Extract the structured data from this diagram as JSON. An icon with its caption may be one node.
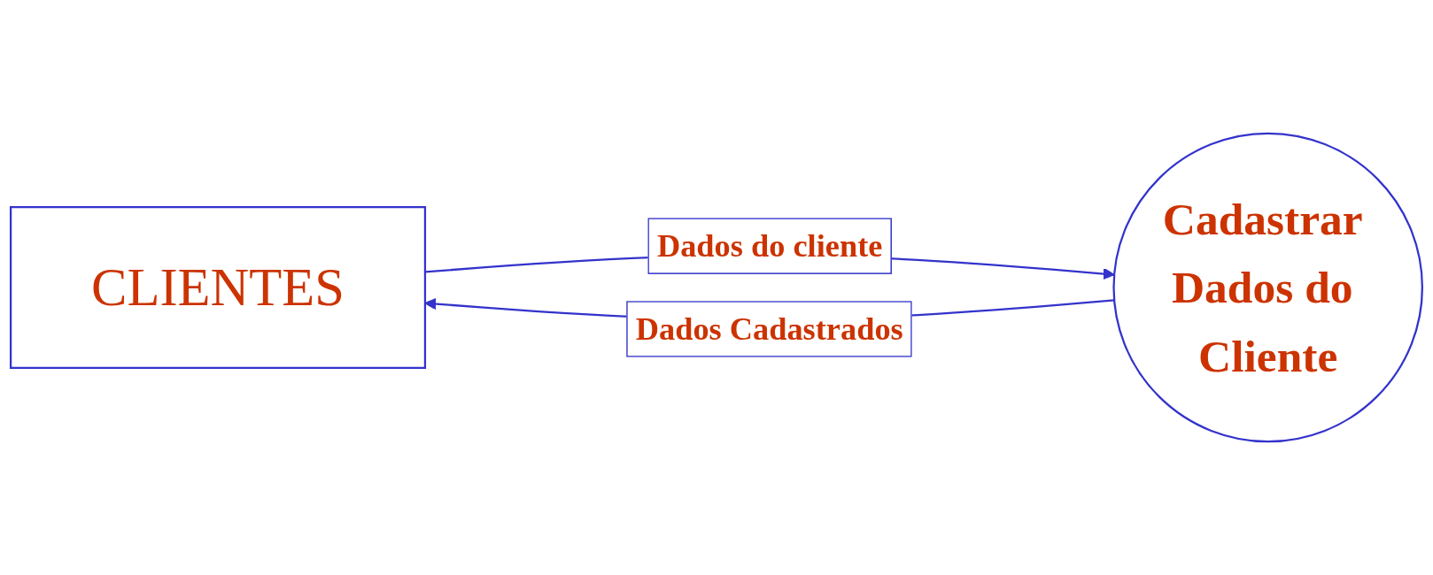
{
  "diagram": {
    "nodes": [
      {
        "text": [
          "CLIENTES"
        ]
      },
      {
        "text": [
          "Cadastrar Dados do Cliente"
        ]
      }
    ],
    "edges": [
      {
        "from": 0,
        "to": 1,
        "arrow": "to",
        "label": "Dados do cliente"
      },
      {
        "from": 1,
        "to": 0,
        "arrow": "to",
        "label": "Dados Cadastrados"
      }
    ]
  }
}
